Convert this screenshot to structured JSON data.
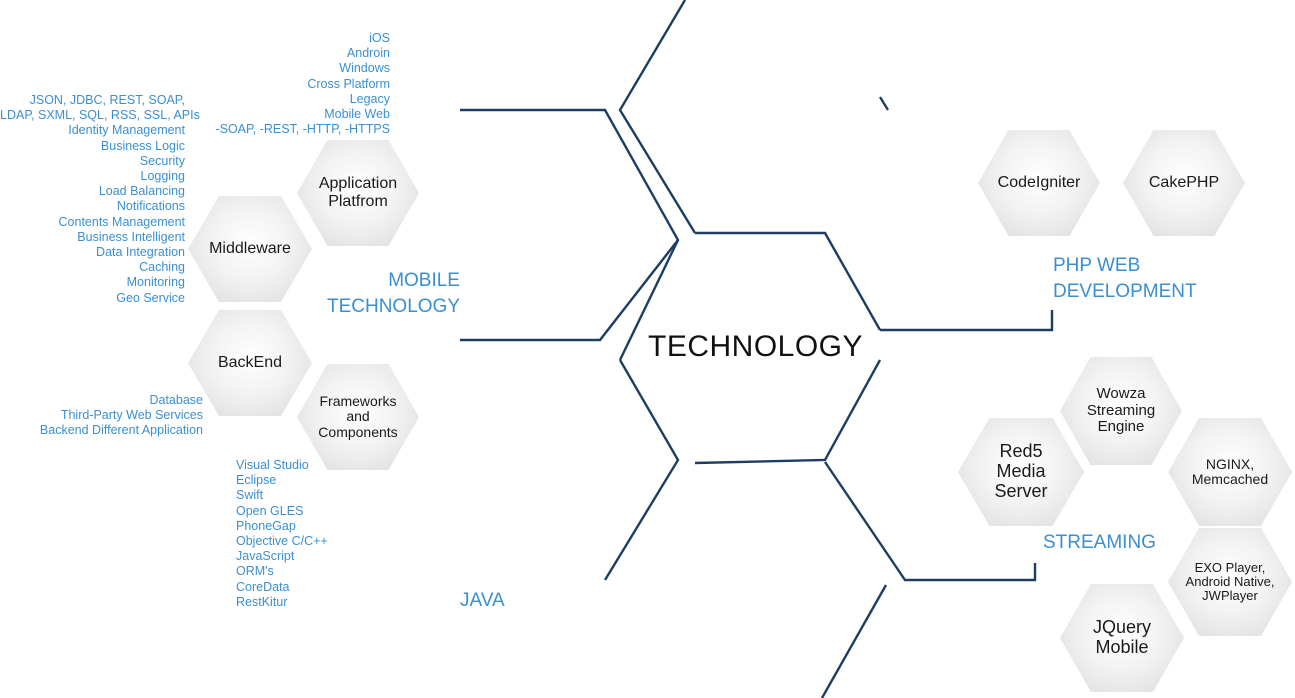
{
  "center": {
    "title": "TECHNOLOGY"
  },
  "categories": {
    "mobile": "MOBILE\nTECHNOLOGY",
    "php": "PHP WEB\nDEVELOPMENT",
    "streaming": "STREAMING",
    "java": "JAVA"
  },
  "hexagons": {
    "application_platform": "Application\nPlatfrom",
    "middleware": "Middleware",
    "backend": "BackEnd",
    "frameworks": "Frameworks\nand\nComponents",
    "codeigniter": "CodeIgniter",
    "cakephp": "CakePHP",
    "wowza": "Wowza\nStreaming\nEngine",
    "red5": "Red5\nMedia\nServer",
    "nginx": "NGINX,\nMemcached",
    "exo": "EXO Player,\nAndroid Native,\nJWPlayer",
    "jquery": "JQuery\nMobile"
  },
  "lists": {
    "platforms": [
      "iOS",
      "Androin",
      "Windows",
      "Cross Platform",
      "Legacy",
      "Mobile Web",
      "-SOAP, -REST, -HTTP, -HTTPS"
    ],
    "middleware": [
      "JSON, JDBC, REST, SOAP,",
      "LDAP, SXML, SQL, RSS, SSL, APIs",
      "Identity Management",
      "Business Logic",
      "Security",
      "Logging",
      "Load Balancing",
      "Notifications",
      "Contents Management",
      "Business Intelligent",
      "Data Integration",
      "Caching",
      "Monitoring",
      "Geo Service"
    ],
    "backend": [
      "Database",
      "Third-Party Web Services",
      "Backend Different Application"
    ],
    "frameworks": [
      "Visual Studio",
      "Eclipse",
      "Swift",
      "Open GLES",
      "PhoneGap",
      "Objective C/C++",
      "JavaScript",
      "ORM's",
      "CoreData",
      "RestKitur"
    ]
  },
  "colors": {
    "line": "#1d3d63",
    "accent": "#3b8fd1"
  }
}
